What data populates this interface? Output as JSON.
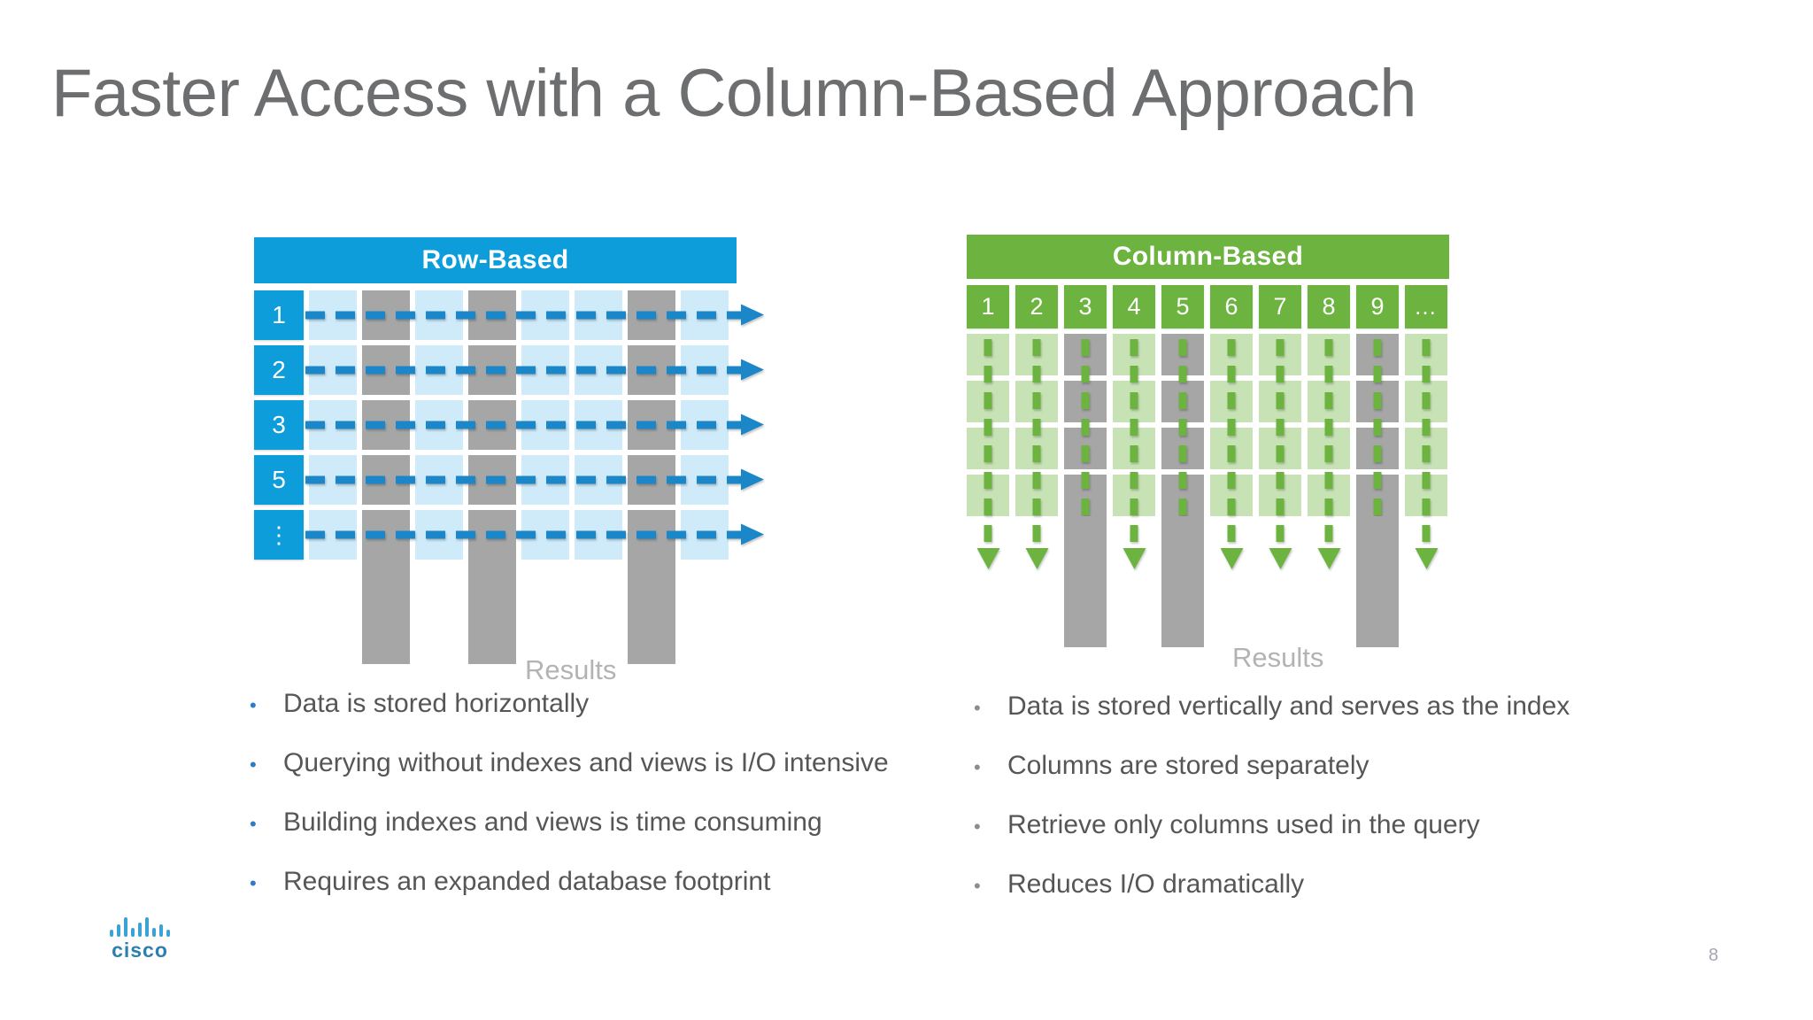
{
  "slide": {
    "title": "Faster Access with a Column-Based Approach",
    "page_number": "8",
    "background_color": "#ffffff",
    "title_color": "#6d6e70"
  },
  "row_based": {
    "header_label": "Row-Based",
    "header_color": "#0d9ddb",
    "cell_color": "#cfeaf9",
    "highlight_color": "#a6a6a6",
    "arrow_color": "#1b87c9",
    "results_label": "Results",
    "row_labels": [
      "1",
      "2",
      "3",
      "5",
      "⋮"
    ],
    "column_count": 8,
    "highlighted_columns": [
      2,
      4,
      7
    ],
    "bullets": [
      "Data is stored horizontally",
      "Querying without indexes and views is I/O intensive",
      "Building indexes and views is time consuming",
      "Requires an expanded database footprint"
    ]
  },
  "column_based": {
    "header_label": "Column-Based",
    "header_color": "#6cb33f",
    "cell_color": "#c7e3b5",
    "highlight_color": "#a6a6a6",
    "arrow_color": "#6cb33f",
    "results_label": "Results",
    "column_labels": [
      "1",
      "2",
      "3",
      "4",
      "5",
      "6",
      "7",
      "8",
      "9",
      "…"
    ],
    "row_count": 4,
    "highlighted_columns": [
      3,
      5,
      9
    ],
    "bullets": [
      "Data is stored vertically and serves as the index",
      "Columns are stored separately",
      "Retrieve only columns used in the query",
      "Reduces I/O dramatically"
    ]
  },
  "brand": {
    "logo_name": "cisco-logo",
    "wordmark": "cisco",
    "logo_color": "#3ba3d6"
  },
  "bullet_glyph": "•"
}
